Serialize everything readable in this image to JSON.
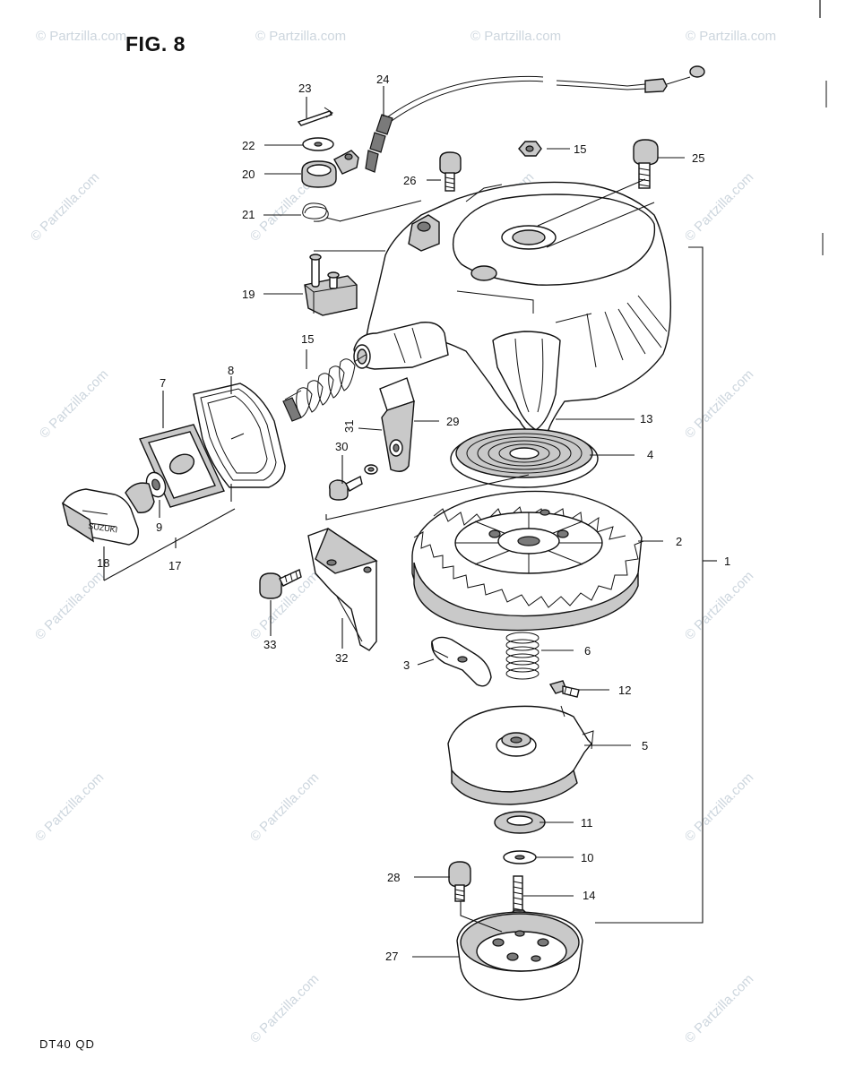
{
  "figure_title": "FIG. 8",
  "model_code": "DT40 QD",
  "watermark_text": "© Partzilla.com",
  "callouts": [
    {
      "id": "1",
      "label": "1"
    },
    {
      "id": "2",
      "label": "2"
    },
    {
      "id": "3",
      "label": "3"
    },
    {
      "id": "4",
      "label": "4"
    },
    {
      "id": "5",
      "label": "5"
    },
    {
      "id": "6",
      "label": "6"
    },
    {
      "id": "7",
      "label": "7"
    },
    {
      "id": "8",
      "label": "8"
    },
    {
      "id": "9",
      "label": "9"
    },
    {
      "id": "10",
      "label": "10"
    },
    {
      "id": "11",
      "label": "11"
    },
    {
      "id": "12",
      "label": "12"
    },
    {
      "id": "13",
      "label": "13"
    },
    {
      "id": "14",
      "label": "14"
    },
    {
      "id": "15a",
      "label": "15"
    },
    {
      "id": "15b",
      "label": "15"
    },
    {
      "id": "17",
      "label": "17"
    },
    {
      "id": "18",
      "label": "18"
    },
    {
      "id": "19",
      "label": "19"
    },
    {
      "id": "20",
      "label": "20"
    },
    {
      "id": "21",
      "label": "21"
    },
    {
      "id": "22",
      "label": "22"
    },
    {
      "id": "23",
      "label": "23"
    },
    {
      "id": "24",
      "label": "24"
    },
    {
      "id": "25",
      "label": "25"
    },
    {
      "id": "26",
      "label": "26"
    },
    {
      "id": "27",
      "label": "27"
    },
    {
      "id": "28",
      "label": "28"
    },
    {
      "id": "29",
      "label": "29"
    },
    {
      "id": "30",
      "label": "30"
    },
    {
      "id": "31",
      "label": "31"
    },
    {
      "id": "32",
      "label": "32"
    },
    {
      "id": "33",
      "label": "33"
    }
  ]
}
